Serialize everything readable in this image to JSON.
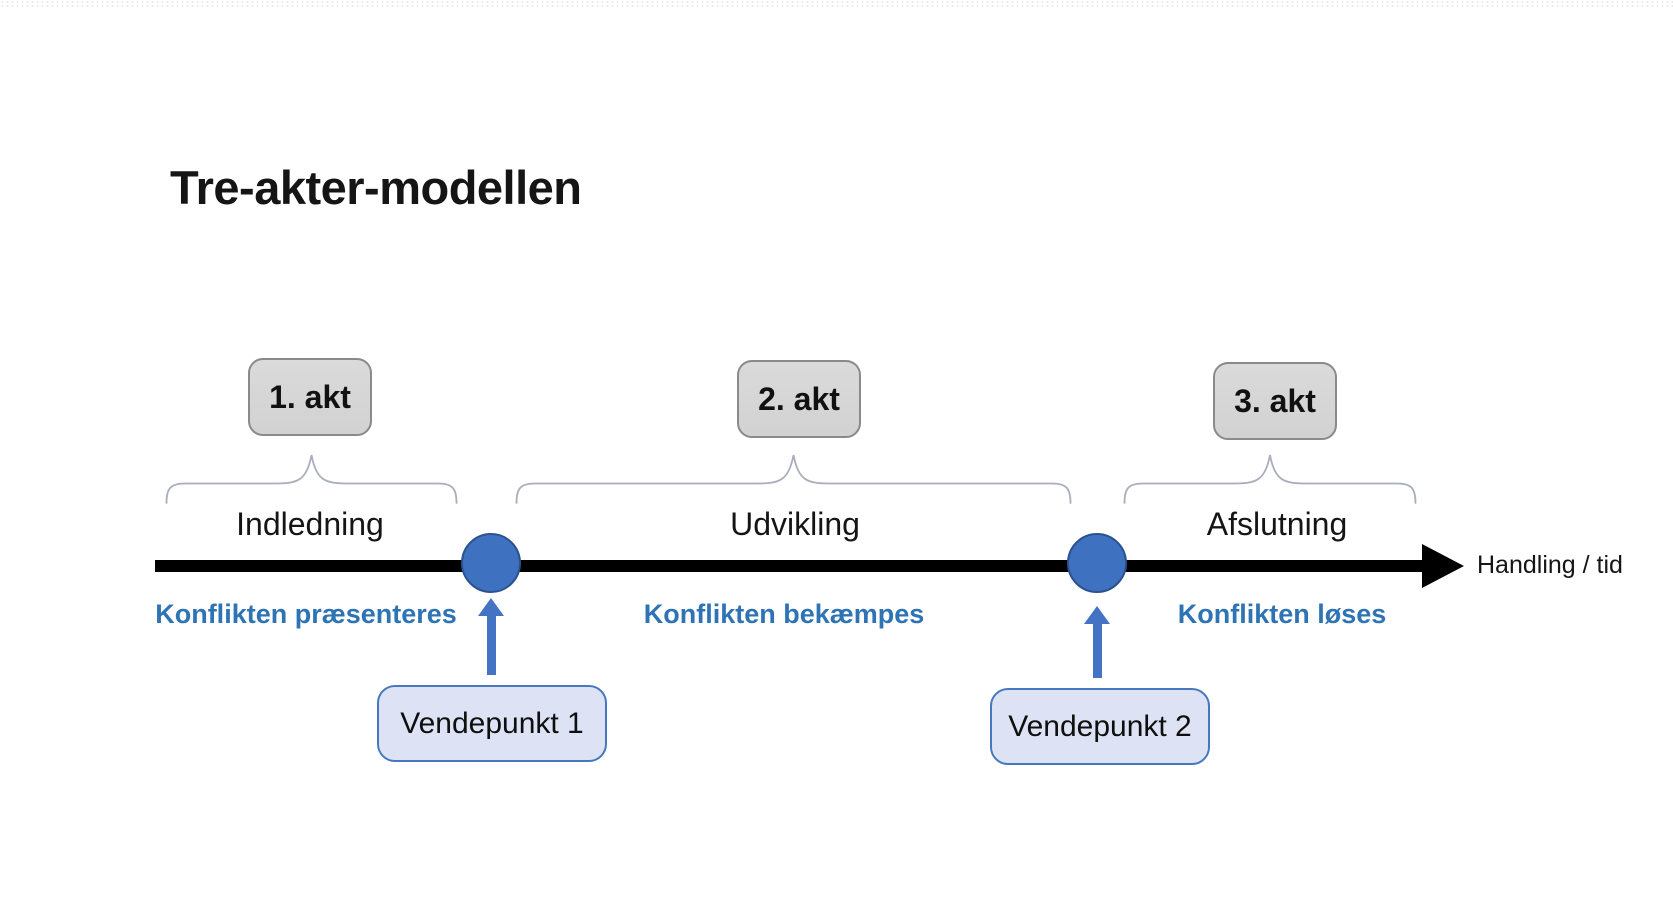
{
  "title": "Tre-akter-modellen",
  "axis_label": "Handling / tid",
  "acts": [
    {
      "act_label": "1. akt",
      "phase_label": "Indledning",
      "conflict_label": "Konflikten præsenteres"
    },
    {
      "act_label": "2. akt",
      "phase_label": "Udvikling",
      "conflict_label": "Konflikten bekæmpes"
    },
    {
      "act_label": "3. akt",
      "phase_label": "Afslutning",
      "conflict_label": "Konflikten løses"
    }
  ],
  "turning_points": [
    {
      "label": "Vendepunkt 1"
    },
    {
      "label": "Vendepunkt 2"
    }
  ],
  "colors": {
    "circle_fill": "#3e72c0",
    "circle_border": "#2b518e",
    "arrow_blue": "#4472c4",
    "conflict_text_blue": "#2e74b5",
    "act_box_fill": "#d6d6d6",
    "act_box_border": "#8a8a8a",
    "turning_point_fill": "#dde3f4",
    "turning_point_border": "#4678c0",
    "brace_gray": "#a9aebc",
    "timeline_black": "#000000"
  }
}
